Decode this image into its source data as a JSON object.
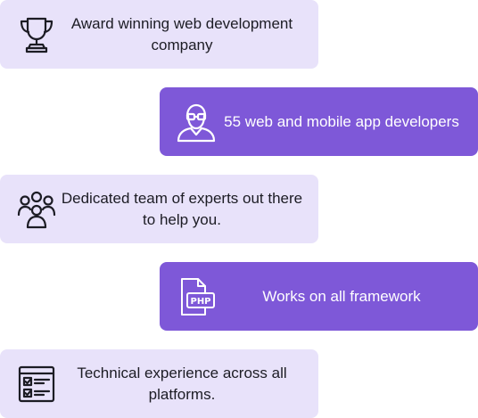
{
  "features": [
    {
      "label": "Award winning web development company",
      "icon": "trophy-icon"
    },
    {
      "label": "55 web and mobile app developers",
      "icon": "developer-icon"
    },
    {
      "label": "Dedicated team of experts out there to help you.",
      "icon": "team-icon"
    },
    {
      "label": "Works on all framework",
      "icon": "php-file-icon"
    },
    {
      "label": "Technical experience across all platforms.",
      "icon": "checklist-icon"
    }
  ],
  "colors": {
    "light_card": "#e8e2fa",
    "dark_card": "#7e58d8",
    "dark_text": "#1c1c24",
    "light_text": "#ffffff"
  }
}
